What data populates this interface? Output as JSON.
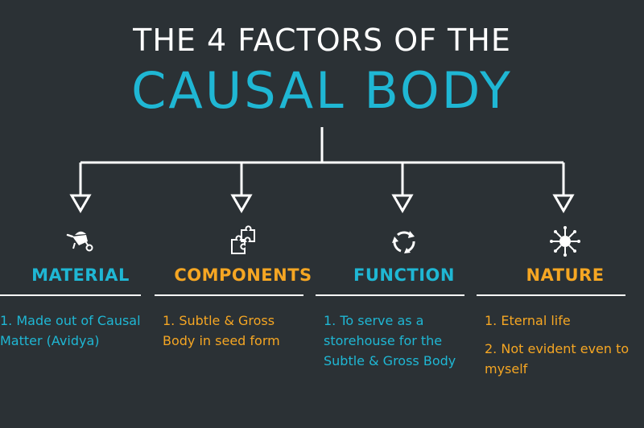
{
  "title": {
    "line1": "THE 4 FACTORS OF THE",
    "line2": "CAUSAL BODY"
  },
  "colors": {
    "background": "#2b3135",
    "blue": "#1fb7d4",
    "orange": "#f5a623",
    "white": "#ffffff"
  },
  "columns": [
    {
      "icon": "wheelbarrow-icon",
      "heading": "MATERIAL",
      "color": "blue",
      "items": [
        "1. Made out of Causal Matter (Avidya)"
      ]
    },
    {
      "icon": "puzzle-icon",
      "heading": "COMPONENTS",
      "color": "orange",
      "items": [
        "1. Subtle & Gross Body in seed form"
      ]
    },
    {
      "icon": "cycle-arrows-icon",
      "heading": "FUNCTION",
      "color": "blue",
      "items": [
        "1. To serve as  a storehouse for the Subtle & Gross Body"
      ]
    },
    {
      "icon": "virus-icon",
      "heading": "NATURE",
      "color": "orange",
      "items": [
        "1. Eternal life",
        "2. Not evident even to myself"
      ]
    }
  ]
}
